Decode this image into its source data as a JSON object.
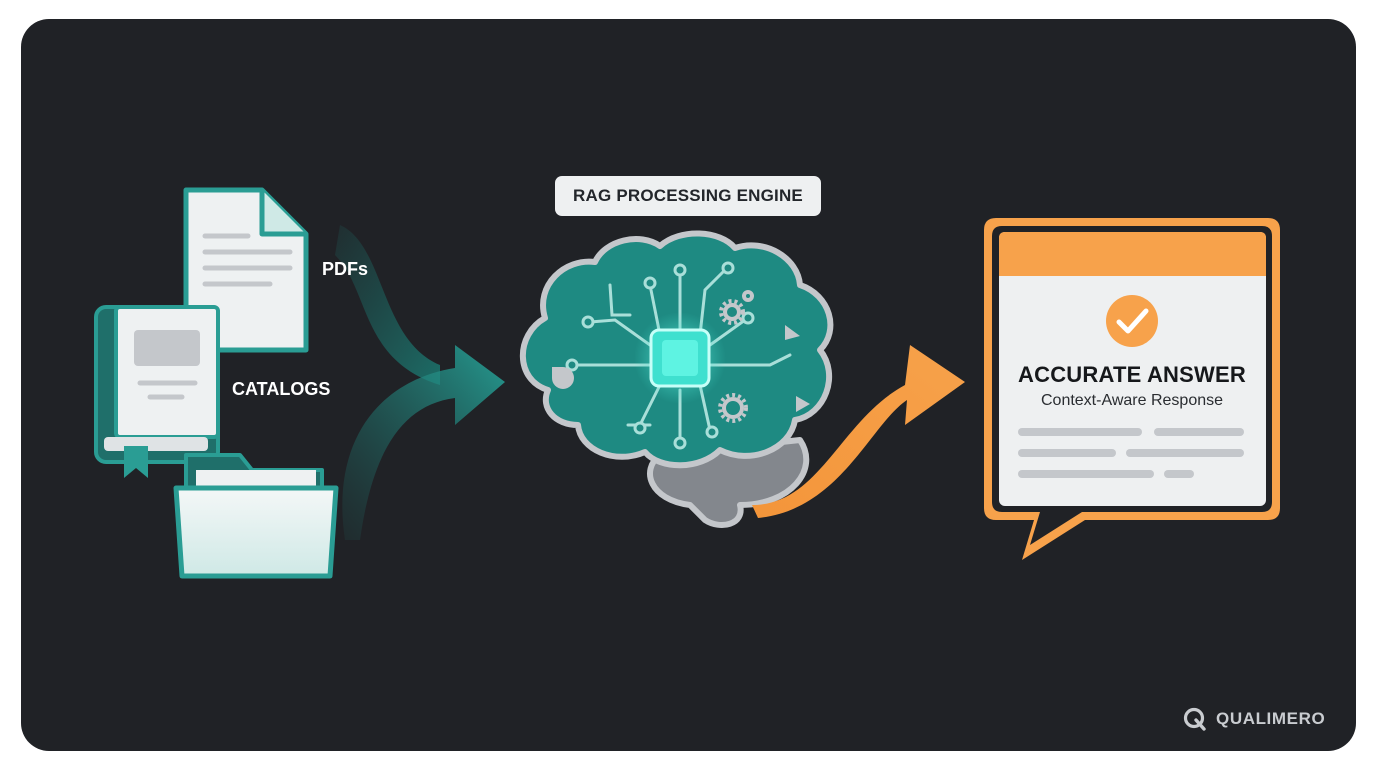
{
  "engine": {
    "label": "RAG PROCESSING ENGINE",
    "icon": "brain-circuit-icon"
  },
  "sources": [
    {
      "label": "PDFs",
      "icon": "pdf-document-icon"
    },
    {
      "label": "CATALOGS",
      "icon": "catalog-book-icon"
    },
    {
      "label": "",
      "icon": "folder-icon"
    }
  ],
  "answer": {
    "title": "ACCURATE ANSWER",
    "subtitle": "Context-Aware Response",
    "icon": "checkmark-icon"
  },
  "brand": {
    "name": "QUALIMERO",
    "icon": "qualimero-logo-icon"
  },
  "colors": {
    "background": "#202226",
    "teal": "#2a9d94",
    "teal_dark": "#1f6f6a",
    "orange": "#f7a24b",
    "light": "#eef0f1"
  }
}
